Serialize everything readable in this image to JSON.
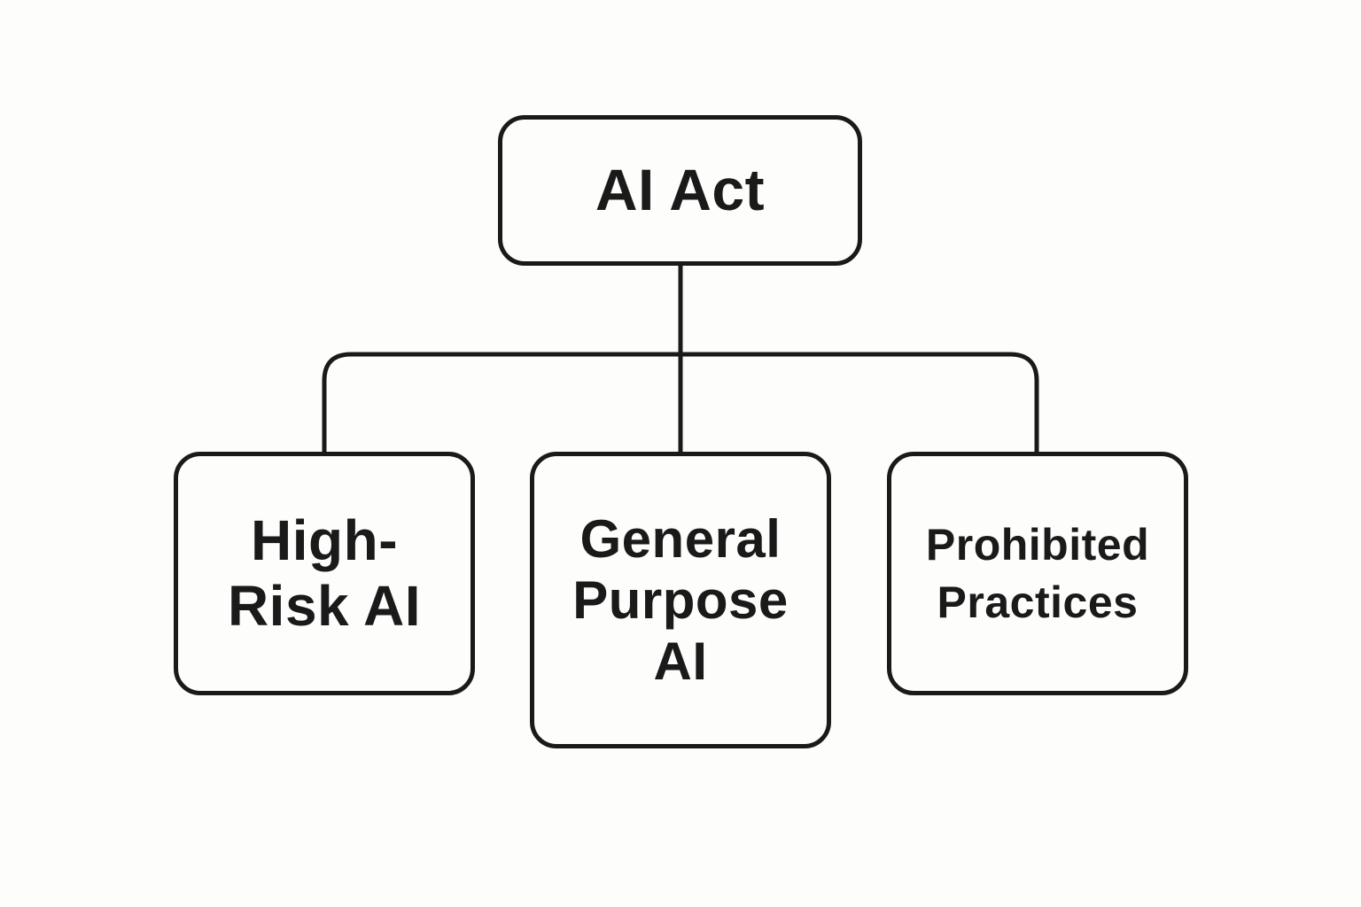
{
  "diagram": {
    "root": {
      "label": "AI Act"
    },
    "children": [
      {
        "id": "high-risk",
        "label": "High-Risk AI"
      },
      {
        "id": "gpai",
        "label": "General Purpose AI"
      },
      {
        "id": "prohibited",
        "label": "Prohibited Practices"
      }
    ],
    "colors": {
      "stroke": "#1a1a1a",
      "background": "#fdfdfb"
    }
  }
}
